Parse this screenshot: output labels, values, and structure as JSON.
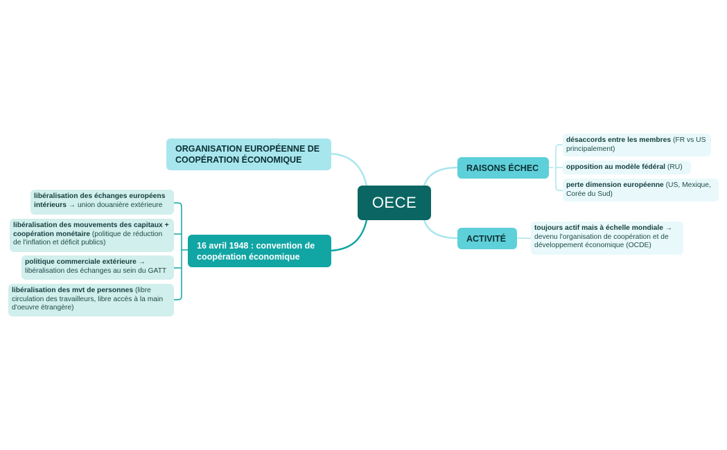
{
  "central": {
    "label": "OECE"
  },
  "topics": {
    "organisation": {
      "label": "ORGANISATION EUROPÉENNE DE COOPÉRATION ÉCONOMIQUE"
    },
    "convention": {
      "label": "16 avril 1948 : convention de coopération économique",
      "items": [
        {
          "strong": "libéralisation des échanges européens intérieurs",
          "rest": " → union douanière extérieure"
        },
        {
          "strong": "libéralisation des mouvements des capitaux + coopération monétaire",
          "rest": " (politique de réduction de l'inflation et déficit publics)"
        },
        {
          "strong": "politique commerciale extérieure",
          "rest": " → libéralisation des échanges au sein du GATT"
        },
        {
          "strong": "libéralisation des mvt de personnes",
          "rest": " (libre circulation des travailleurs, libre accès à la main d'oeuvre étrangère)"
        }
      ]
    },
    "raisons": {
      "label": "RAISONS ÉCHEC",
      "items": [
        {
          "strong": "désaccords entre les membres",
          "rest": " (FR vs US principalement)"
        },
        {
          "strong": "opposition au modèle fédéral",
          "rest": " (RU)"
        },
        {
          "strong": "perte dimension européenne",
          "rest": " (US, Mexique, Corée du Sud)"
        }
      ]
    },
    "activite": {
      "label": "ACTIVITÉ",
      "items": [
        {
          "strong": "toujours actif mais à échelle mondiale →",
          "rest": " devenu l'organisation de coopération et de développement économique (OCDE)"
        }
      ]
    }
  },
  "colors": {
    "central": "#0b6663",
    "light_topic": "#a8e6ee",
    "mid_topic": "#5ed0d9",
    "dark_topic": "#11a5a4",
    "connector_light": "#a8e6ee",
    "connector_dark": "#11a5a4"
  }
}
